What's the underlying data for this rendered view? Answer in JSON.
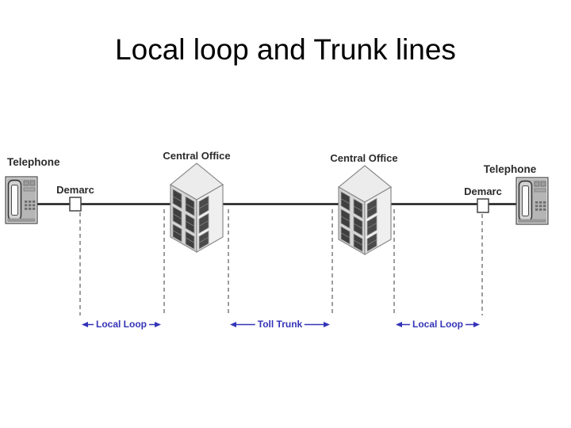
{
  "slide": {
    "title": "Local loop and Trunk lines"
  },
  "diagram": {
    "nodes": [
      {
        "id": "telephone-left",
        "label": "Telephone",
        "icon": "telephone-icon"
      },
      {
        "id": "demarc-left",
        "label": "Demarc",
        "icon": "demarc-box-icon"
      },
      {
        "id": "central-office-left",
        "label": "Central Office",
        "icon": "central-office-building-icon"
      },
      {
        "id": "central-office-right",
        "label": "Central Office",
        "icon": "central-office-building-icon"
      },
      {
        "id": "demarc-right",
        "label": "Demarc",
        "icon": "demarc-box-icon"
      },
      {
        "id": "telephone-right",
        "label": "Telephone",
        "icon": "telephone-icon"
      }
    ],
    "spans": [
      {
        "label": "Local Loop"
      },
      {
        "label": "Toll Trunk"
      },
      {
        "label": "Local Loop"
      }
    ],
    "colors": {
      "span_label_blue": "#3434b8",
      "main_line": "#1a1a1a",
      "dashed_line": "#5a5a5a",
      "node_label": "#2b2b2b",
      "building_face": "#d6d6d6",
      "building_window": "#3f3f3f"
    }
  }
}
